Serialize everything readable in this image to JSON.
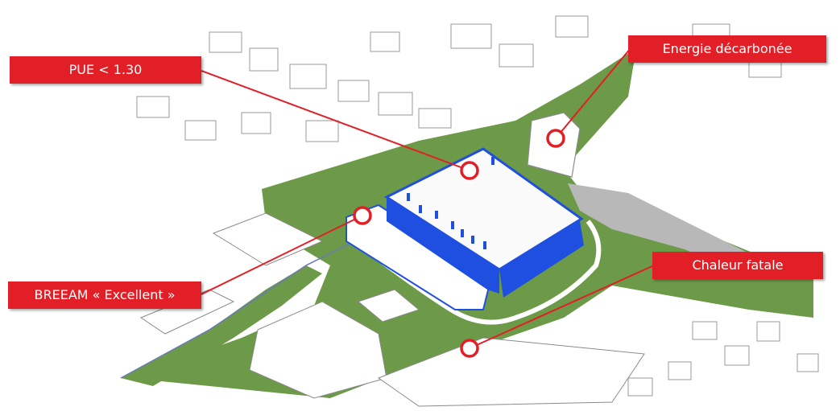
{
  "colors": {
    "callout": "#e21e26",
    "green": "#6c9a48",
    "building_blue": "#1f4fe0",
    "roof": "#fafafa",
    "linework": "#9a9a9a"
  },
  "callouts": {
    "pue": "PUE < 1.30",
    "energie": "Energie décarbonée",
    "breeam": "BREEAM « Excellent »",
    "chaleur": "Chaleur fatale"
  }
}
